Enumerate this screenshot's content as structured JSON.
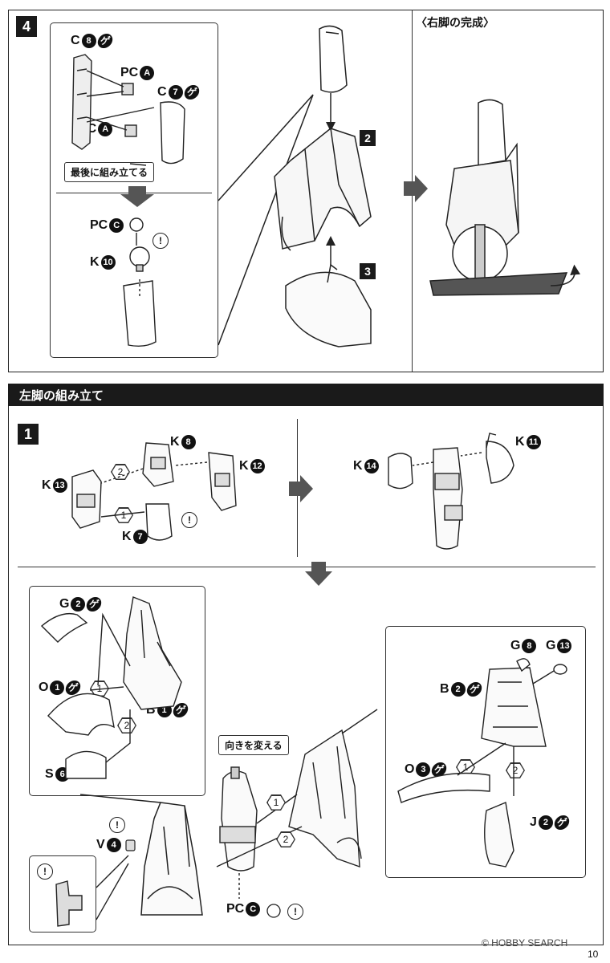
{
  "step4": {
    "number": "4",
    "sub_step_2": "2",
    "sub_step_3": "3",
    "labels": {
      "c8": {
        "prefix": "C",
        "num": "8"
      },
      "pcA_top": {
        "prefix": "PC",
        "letter": "A"
      },
      "c7": {
        "prefix": "C",
        "num": "7"
      },
      "pcA_bottom": {
        "prefix": "PC",
        "letter": "A"
      },
      "pcC": {
        "prefix": "PC",
        "letter": "C"
      },
      "k10": {
        "prefix": "K",
        "num": "10"
      }
    },
    "note_last": "最後に組み立てる",
    "caution": "!"
  },
  "right_leg_complete": {
    "title": "〈右脚の完成〉"
  },
  "left_leg_banner": "左脚の組み立て",
  "step1": {
    "number": "1",
    "labels": {
      "k8": {
        "prefix": "K",
        "num": "8"
      },
      "k12": {
        "prefix": "K",
        "num": "12"
      },
      "k13": {
        "prefix": "K",
        "num": "13"
      },
      "k7": {
        "prefix": "K",
        "num": "7"
      },
      "k14": {
        "prefix": "K",
        "num": "14"
      },
      "k11": {
        "prefix": "K",
        "num": "11"
      }
    },
    "order_1": "1",
    "order_2": "2",
    "caution": "!"
  },
  "lower": {
    "labels": {
      "g2": {
        "prefix": "G",
        "num": "2"
      },
      "o1": {
        "prefix": "O",
        "num": "1"
      },
      "b1": {
        "prefix": "B",
        "num": "1"
      },
      "s6": {
        "prefix": "S",
        "num": "6"
      },
      "v4": {
        "prefix": "V",
        "num": "4"
      },
      "pcC": {
        "prefix": "PC",
        "letter": "C"
      },
      "g8": {
        "prefix": "G",
        "num": "8"
      },
      "g13": {
        "prefix": "G",
        "num": "13"
      },
      "b2": {
        "prefix": "B",
        "num": "2"
      },
      "o3": {
        "prefix": "O",
        "num": "3"
      },
      "j2": {
        "prefix": "J",
        "num": "2"
      }
    },
    "order_1": "1",
    "order_2": "2",
    "note_turn": "向きを変える",
    "caution": "!"
  },
  "footer": {
    "logo": "© HOBBY SEARCH",
    "page_number": "10"
  }
}
